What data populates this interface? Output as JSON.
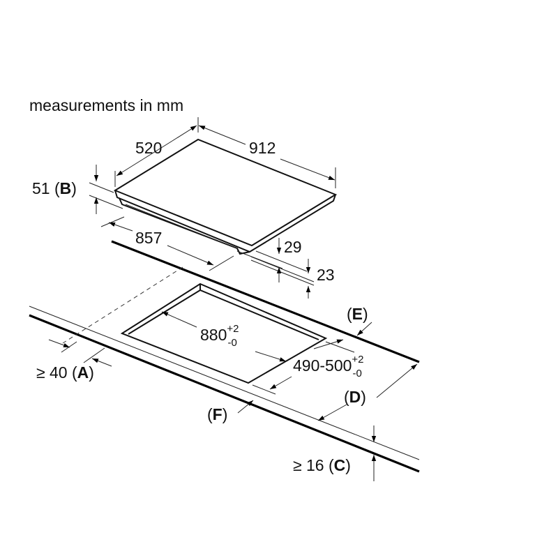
{
  "title": "measurements in mm",
  "hob": {
    "depth": "520",
    "width": "912",
    "thickness_label": "51",
    "thickness_code": "B",
    "box_width": "857",
    "box_height": "29",
    "box_offset": "23"
  },
  "cutout": {
    "width": "880",
    "width_tol_plus": "+2",
    "width_tol_minus": "-0",
    "depth": "490-500",
    "depth_tol_plus": "+2",
    "depth_tol_minus": "-0"
  },
  "clearances": {
    "a": {
      "prefix": "≥ 40 (",
      "code": "A",
      "suffix": ")"
    },
    "c": {
      "prefix": "≥ 16 (",
      "code": "C",
      "suffix": ")"
    },
    "d": {
      "code": "D"
    },
    "e": {
      "code": "E"
    },
    "f": {
      "code": "F"
    }
  }
}
